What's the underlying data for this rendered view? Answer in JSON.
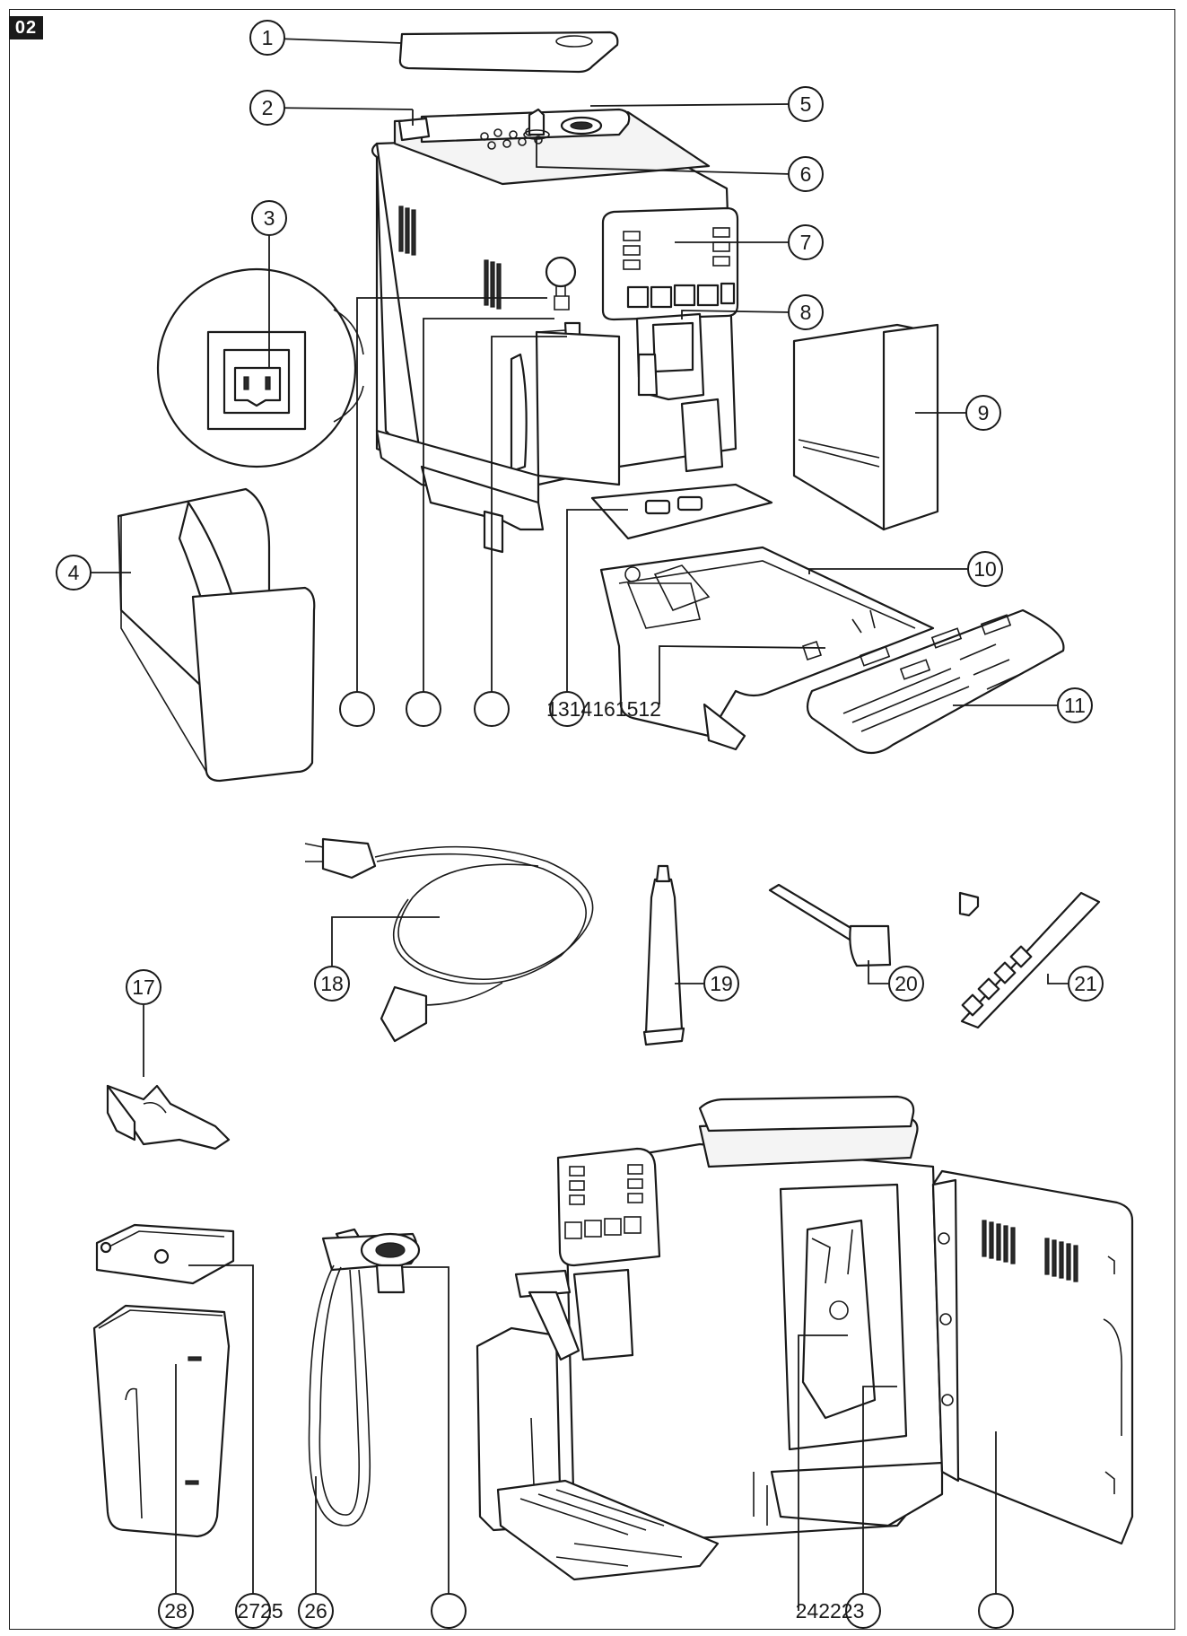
{
  "page": {
    "section_number": "02"
  },
  "callouts": [
    {
      "id": "c1",
      "label": "1"
    },
    {
      "id": "c2",
      "label": "2"
    },
    {
      "id": "c3",
      "label": "3"
    },
    {
      "id": "c4",
      "label": "4"
    },
    {
      "id": "c5",
      "label": "5"
    },
    {
      "id": "c6",
      "label": "6"
    },
    {
      "id": "c7",
      "label": "7"
    },
    {
      "id": "c8",
      "label": "8"
    },
    {
      "id": "c9",
      "label": "9"
    },
    {
      "id": "c10",
      "label": "10"
    },
    {
      "id": "c11",
      "label": "11"
    },
    {
      "id": "c13-16",
      "label": "1314161512"
    },
    {
      "id": "c17",
      "label": "17"
    },
    {
      "id": "c18",
      "label": "18"
    },
    {
      "id": "c19",
      "label": "19"
    },
    {
      "id": "c20",
      "label": "20"
    },
    {
      "id": "c21",
      "label": "21"
    },
    {
      "id": "c22-24",
      "label": "242223"
    },
    {
      "id": "c26",
      "label": "26"
    },
    {
      "id": "c27",
      "label": "2725"
    },
    {
      "id": "c28",
      "label": "28"
    },
    {
      "id": "blank1",
      "label": ""
    },
    {
      "id": "blank2",
      "label": ""
    },
    {
      "id": "blank3",
      "label": ""
    },
    {
      "id": "blank4",
      "label": ""
    },
    {
      "id": "blank5",
      "label": ""
    }
  ]
}
